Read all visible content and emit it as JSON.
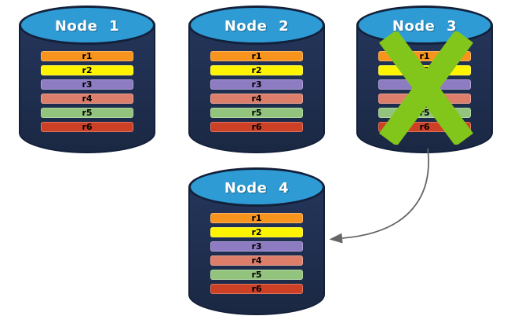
{
  "diagram": {
    "kind": "database-replication-node-failure",
    "background": "#FFFFFF"
  },
  "colors": {
    "cylinder_body": "#1F2E4E",
    "cylinder_border": "#13203A",
    "cylinder_top_blue": "#2E9BD5",
    "title_text": "#FFFFFF",
    "row_text": "#000000",
    "row_colors": [
      "#F7941D",
      "#FFF400",
      "#8E7CC3",
      "#DD7E6B",
      "#93C47D",
      "#CC4125"
    ],
    "failure_x_green": "#83C61B",
    "arrow_gray": "#666666"
  },
  "nodes": [
    {
      "title": "Node 1",
      "rows": [
        "r1",
        "r2",
        "r3",
        "r4",
        "r5",
        "r6"
      ]
    },
    {
      "title": "Node 2",
      "rows": [
        "r1",
        "r2",
        "r3",
        "r4",
        "r5",
        "r6"
      ]
    },
    {
      "title": "Node 3",
      "rows": [
        "r1",
        "r2",
        "r3",
        "r4",
        "r5",
        "r6"
      ],
      "status": "failed"
    },
    {
      "title": "Node 4",
      "rows": [
        "r1",
        "r2",
        "r3",
        "r4",
        "r5",
        "r6"
      ]
    }
  ],
  "arrow": {
    "from": "Node 3",
    "to": "Node 4"
  }
}
